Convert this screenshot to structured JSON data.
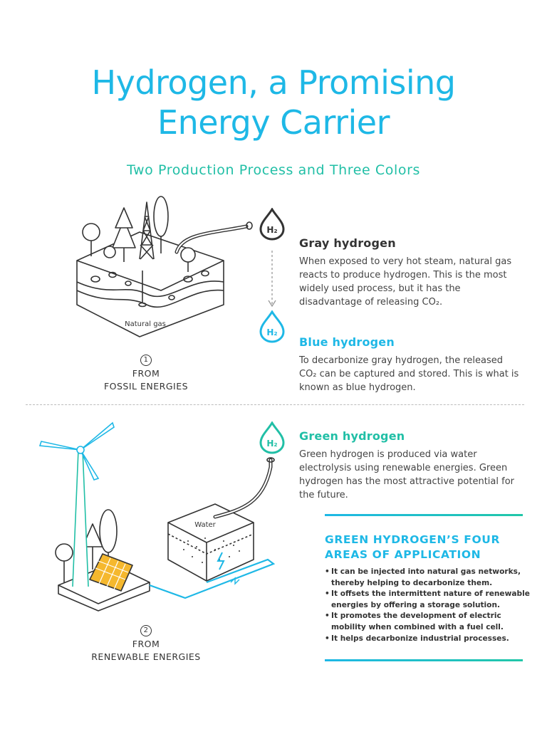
{
  "header": {
    "title_line1": "Hydrogen, a Promising",
    "title_line2": "Energy Carrier",
    "subtitle": "Two Production Process and Three Colors"
  },
  "icon_label": "H₂",
  "colors": {
    "title": "#1eb8e6",
    "subtitle": "#21bfa6",
    "gray": "#333333",
    "blue": "#1eb8e6",
    "green": "#21bfa6"
  },
  "fossil": {
    "number": "1",
    "line1": "FROM",
    "line2": "FOSSIL ENERGIES",
    "ground_label": "Natural gas"
  },
  "renewable": {
    "number": "2",
    "line1": "FROM",
    "line2": "RENEWABLE ENERGIES",
    "tank_label": "Water"
  },
  "sections": {
    "gray": {
      "title": "Gray hydrogen",
      "body": "When exposed to very hot steam, natural gas reacts to produce hydrogen. This is the most widely used process, but it has the disadvantage of releasing CO₂."
    },
    "blue": {
      "title": "Blue hydrogen",
      "body": "To decarbonize gray hydrogen, the released CO₂ can be captured and stored. This is what is known as blue hydrogen."
    },
    "green": {
      "title": "Green hydrogen",
      "body": "Green hydrogen is produced via water electrolysis using renewable energies. Green hydrogen has the most attractive potential for the future."
    }
  },
  "applications": {
    "title_line1": "GREEN HYDROGEN’S FOUR",
    "title_line2": "AREAS OF APPLICATION",
    "items": [
      "It can be injected into natural gas networks, thereby helping to decarbonize them.",
      "It offsets the intermittent nature of renewable energies by offering a storage solution.",
      "It promotes the development of electric mobility when combined with a fuel cell.",
      "It helps decarbonize industrial processes."
    ]
  }
}
